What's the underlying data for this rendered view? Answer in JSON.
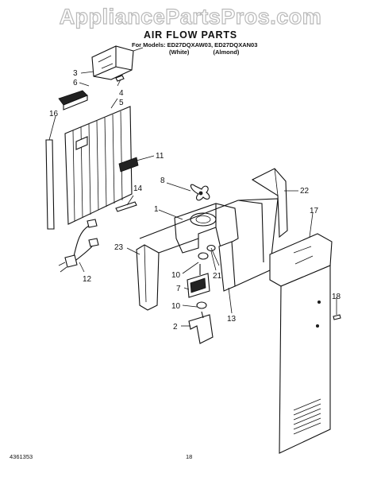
{
  "watermark": "AppliancePartsPros.com",
  "title": "AIR FLOW PARTS",
  "models_line": "For Models: ED27DQXAW03, ED27DQXAN03",
  "variants": [
    "(White)",
    "(Almond)"
  ],
  "document_code": "4361353",
  "page_number": "18",
  "part_labels": [
    "3",
    "6",
    "4",
    "5",
    "16",
    "11",
    "14",
    "8",
    "1",
    "22",
    "17",
    "23",
    "12",
    "10",
    "7",
    "21",
    "10",
    "13",
    "18",
    "2"
  ]
}
